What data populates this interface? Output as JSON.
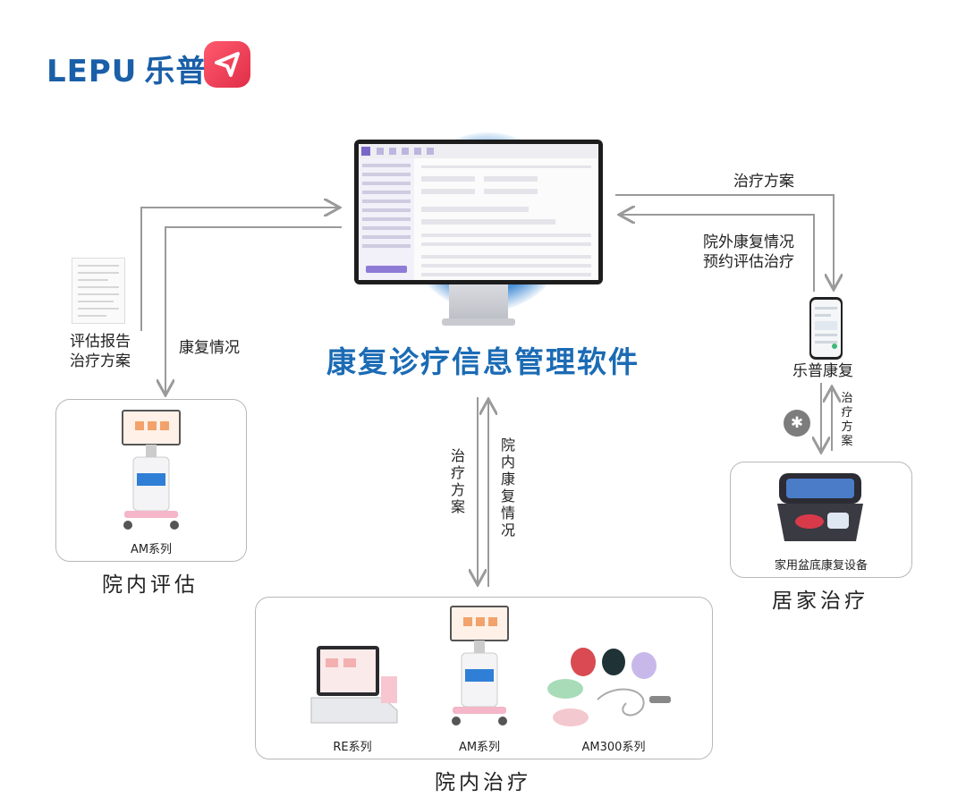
{
  "logo": {
    "latin": "LEPU",
    "chinese": "乐普"
  },
  "title": "康复诊疗信息管理软件",
  "labels": {
    "report_line1": "评估报告",
    "report_line2": "治疗方案",
    "rehab_status": "康复情况",
    "plan_right": "治疗方案",
    "outpatient_line1": "院外康复情况",
    "outpatient_line2": "预约评估治疗",
    "app_name": "乐普康复",
    "plan_vertical_small": "治疗方案",
    "plan_vertical": "治疗方案",
    "inhospital_status_vertical": "院内康复情况"
  },
  "boxes": {
    "assessment": {
      "caption": "AM系列",
      "section": "院内评估"
    },
    "home": {
      "caption": "家用盆底康复设备",
      "section": "居家治疗"
    },
    "treatment": {
      "section": "院内治疗",
      "items": [
        {
          "caption": "RE系列"
        },
        {
          "caption": "AM系列"
        },
        {
          "caption": "AM300系列"
        }
      ]
    }
  },
  "colors": {
    "brand_blue": "#1a5fa8",
    "title_blue": "#1b6bb5",
    "logo_red": "#e02e49",
    "arrow_gray": "#9a9a9a"
  }
}
